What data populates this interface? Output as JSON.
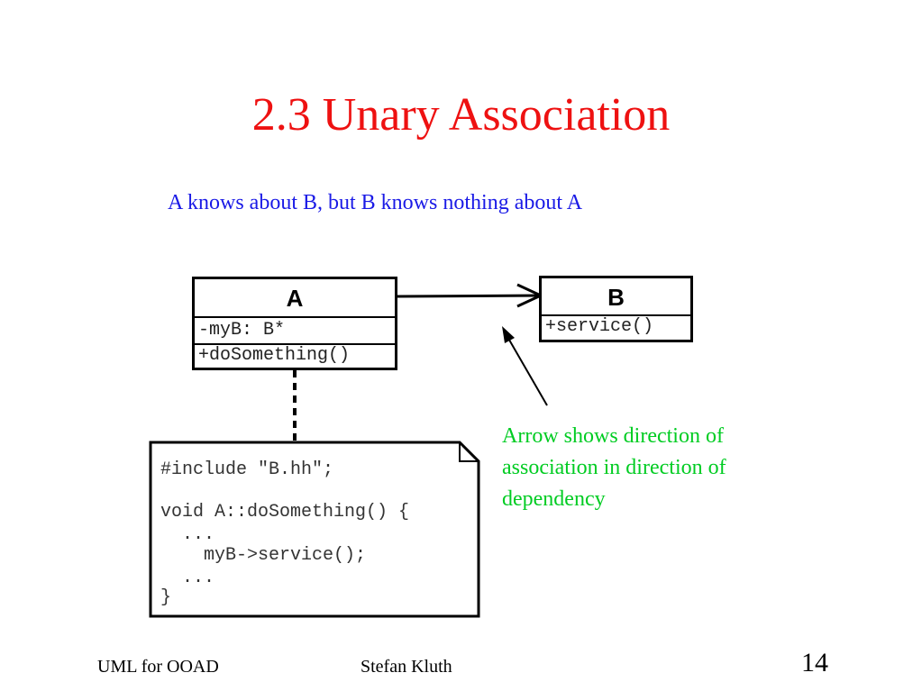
{
  "slide": {
    "title": "2.3 Unary Association",
    "subtitle": "A knows about B, but B knows nothing about A"
  },
  "class_a": {
    "name": "A",
    "attribute": "-myB: B*",
    "operation": "+doSomething()"
  },
  "class_b": {
    "name": "B",
    "operation": "+service()"
  },
  "note": {
    "lines": [
      "#include \"B.hh\";",
      "void A::doSomething() {",
      "  ...",
      "    myB->service();",
      "  ...",
      "}"
    ]
  },
  "annotation": {
    "lines": [
      "Arrow shows direction of",
      "association in direction of",
      "dependency"
    ]
  },
  "footer": {
    "left": "UML for OOAD",
    "center": "Stefan Kluth",
    "page_number": "14"
  },
  "colors": {
    "title": "#ee1111",
    "subtitle": "#1a1ae6",
    "annotation": "#00cc22"
  }
}
